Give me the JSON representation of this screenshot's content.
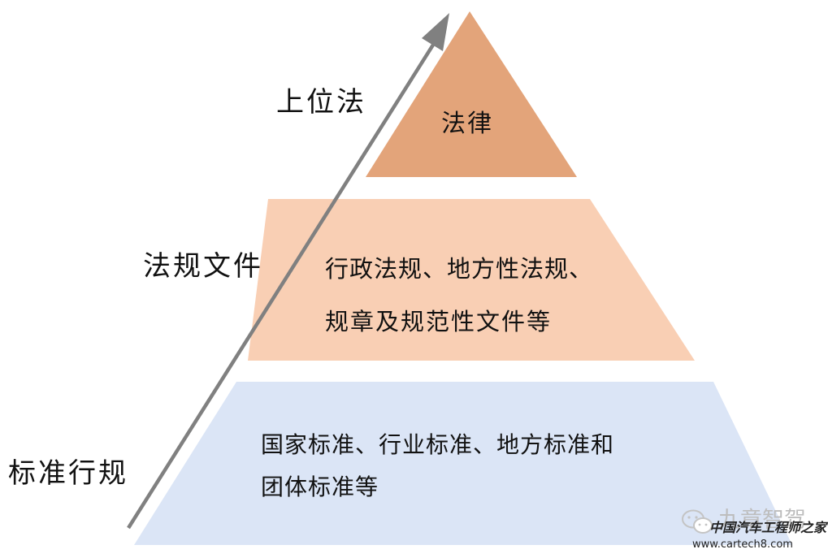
{
  "tiers": {
    "top": {
      "color": "#e3a47a",
      "lines": [
        "法律"
      ]
    },
    "middle": {
      "color": "#f9cfb4",
      "lines": [
        "行政法规、地方性法规、",
        "规章及规范性文件等"
      ]
    },
    "bottom": {
      "color": "#dbe5f6",
      "lines": [
        "国家标准、行业标准、地方标准和",
        "团体标准等"
      ]
    }
  },
  "side_labels": {
    "top": "上位法",
    "middle": "法规文件",
    "bottom": "标准行规"
  },
  "arrow": {
    "color": "#808080"
  },
  "watermark": {
    "brand": "九章智驾",
    "site_name": "中国汽车工程师之家",
    "url": "www.cartech8.com"
  }
}
